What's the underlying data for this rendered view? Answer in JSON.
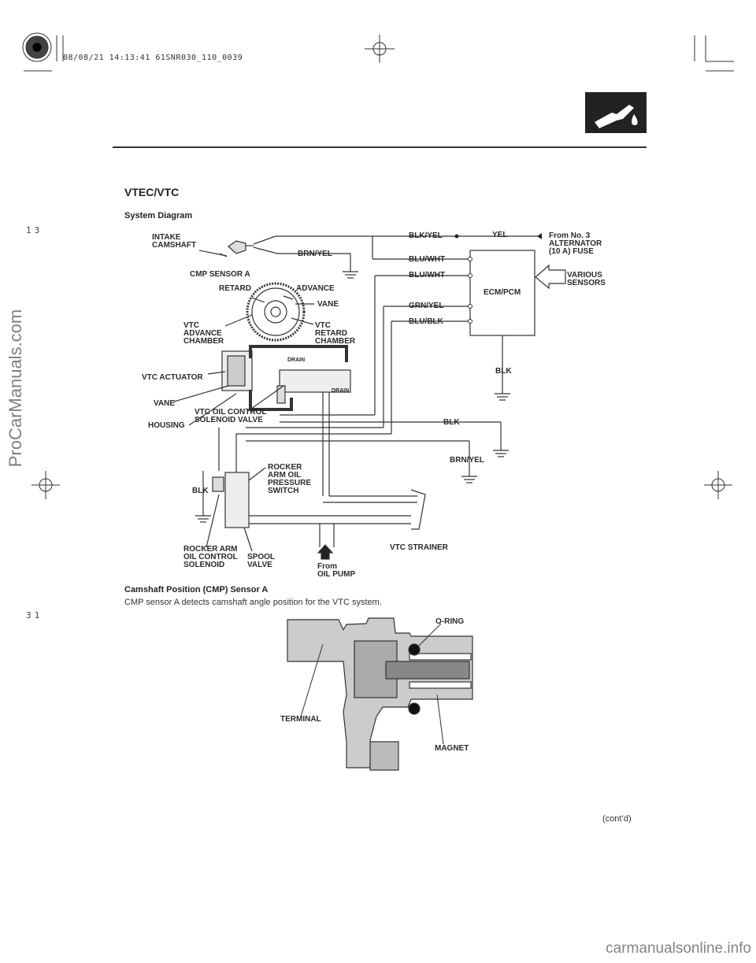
{
  "header": {
    "stamp": "08/08/21 14:13:41 61SNR030_110_0039",
    "side_top": "13",
    "side_bottom": "31"
  },
  "section": {
    "title": "VTEC/VTC",
    "system_diagram_title": "System Diagram",
    "cmp_title": "Camshaft Position (CMP) Sensor A",
    "cmp_text": "CMP sensor A detects camshaft angle position for the VTC system.",
    "contd": "(cont’d)"
  },
  "system_diagram": {
    "intake_camshaft": "INTAKE\nCAMSHAFT",
    "cmp_sensor_a": "CMP SENSOR A",
    "retard": "RETARD",
    "advance": "ADVANCE",
    "vane_top": "VANE",
    "vtc_advance_chamber": "VTC\nADVANCE\nCHAMBER",
    "vtc_retard_chamber": "VTC\nRETARD\nCHAMBER",
    "vtc_actuator": "VTC ACTUATOR",
    "vane_bottom": "VANE",
    "housing": "HOUSING",
    "vtc_oil_control_solenoid_valve": "VTC OIL CONTROL\nSOLENOID VALVE",
    "drain1": "DRAIN",
    "drain2": "DRAIN",
    "rocker_arm_oil_pressure_switch": "ROCKER\nARM OIL\nPRESSURE\nSWITCH",
    "blk_left": "BLK",
    "rocker_arm_oil_control_solenoid": "ROCKER ARM\nOIL CONTROL\nSOLENOID",
    "spool_valve": "SPOOL\nVALVE",
    "from_oil_pump": "From\nOIL PUMP",
    "vtc_strainer": "VTC STRAINER",
    "wire_blk_yel": "BLK/YEL",
    "wire_yel": "YEL",
    "from_fuse": "From No. 3\nALTERNATOR\n(10 A) FUSE",
    "wire_brn_yel_top": "BRN/YEL",
    "wire_blu_wht_1": "BLU/WHT",
    "wire_blu_wht_2": "BLU/WHT",
    "various_sensors": "VARIOUS\nSENSORS",
    "ecm_pcm": "ECM/PCM",
    "wire_grn_yel": "GRN/YEL",
    "wire_blu_blk": "BLU/BLK",
    "wire_blk_ecm": "BLK",
    "wire_blk_right": "BLK",
    "wire_brn_yel_right": "BRN/YEL"
  },
  "sensor_diagram": {
    "o_ring": "O-RING",
    "terminal": "TERMINAL",
    "magnet": "MAGNET"
  },
  "watermarks": {
    "left": "ProCarManuals.com",
    "bottom": "carmanualsonline.info"
  }
}
